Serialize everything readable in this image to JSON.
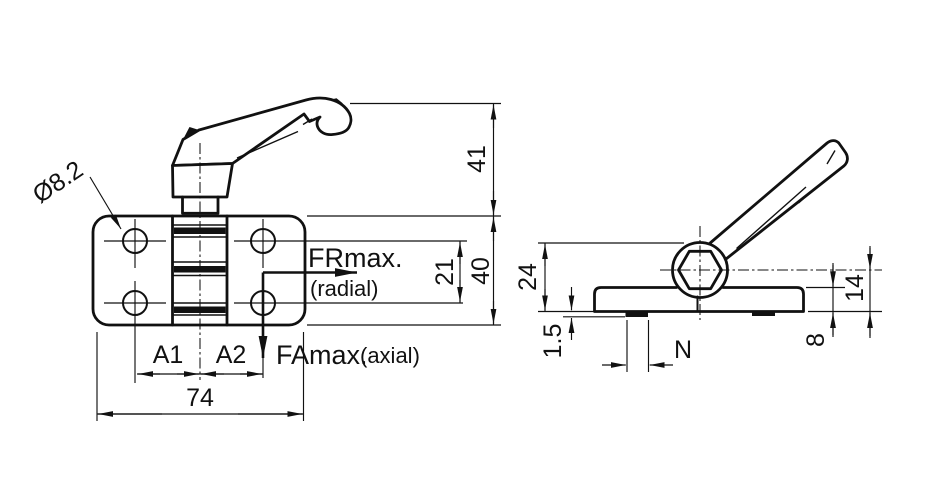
{
  "drawing": {
    "background": "#ffffff",
    "line_color": "#111111",
    "front_view": {
      "hole_diameter": "Ø8.2",
      "force_radial": "FRmax.",
      "force_radial_note": "(radial)",
      "force_axial": "FAmax.",
      "force_axial_note": "(axial)",
      "dim_lever_height": "41",
      "dim_plate_height": "40",
      "dim_hole_pitch": "21",
      "dim_a1": "A1",
      "dim_a2": "A2",
      "dim_width": "74"
    },
    "side_view": {
      "dim_overall_height": "24",
      "dim_pad_height": "1.5",
      "dim_boss_width": "N",
      "dim_axis_height": "14",
      "dim_plate_thickness": "8"
    }
  }
}
